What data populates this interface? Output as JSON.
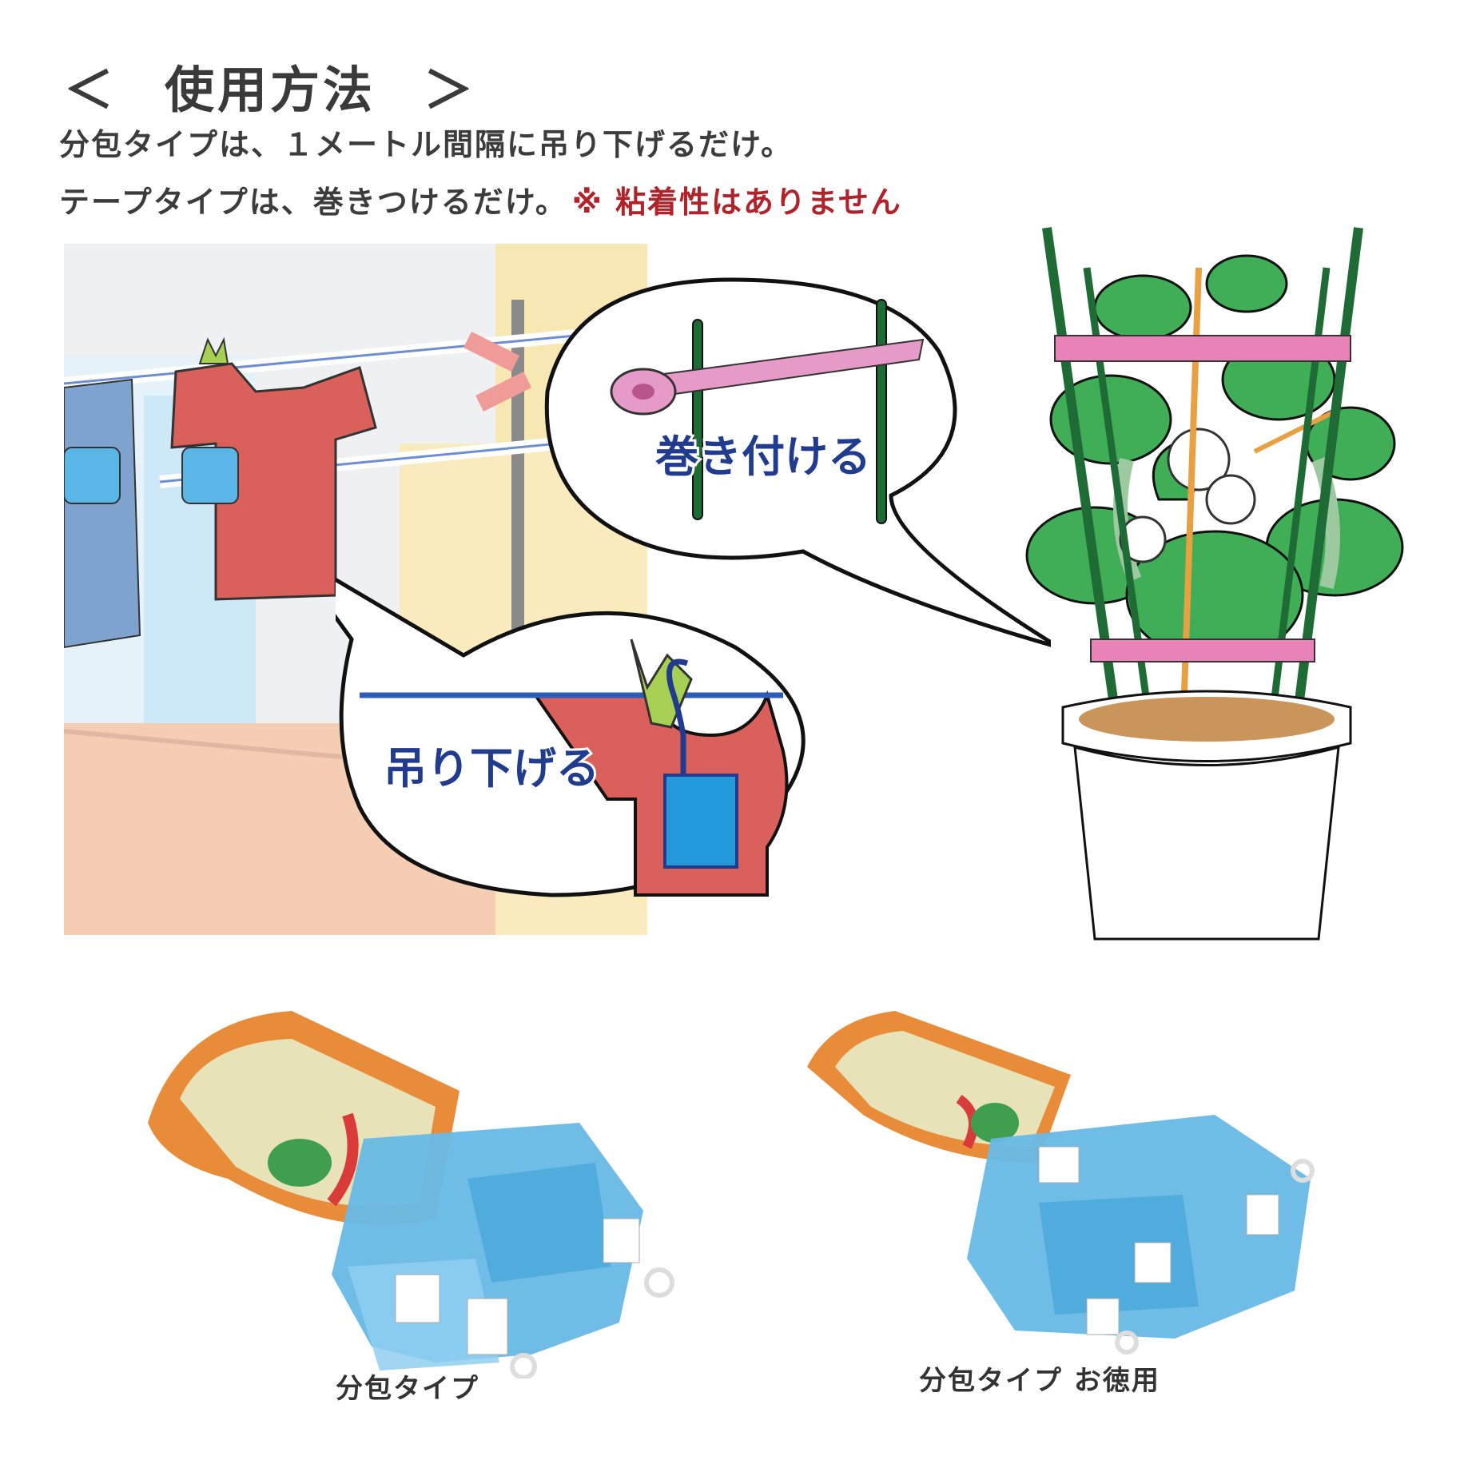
{
  "heading": {
    "open": "＜",
    "text": "使用方法",
    "close": "＞"
  },
  "instructions": {
    "line1": "分包タイプは、１メートル間隔に吊り下げるだけ。",
    "line2": "テープタイプは、巻きつけるだけ。",
    "warning": "※ 粘着性はありません"
  },
  "bubbles": {
    "wrap": "巻き付ける",
    "hang": "吊り下げる"
  },
  "products": [
    {
      "caption": "分包タイプ"
    },
    {
      "caption": "分包タイプ お徳用"
    }
  ]
}
